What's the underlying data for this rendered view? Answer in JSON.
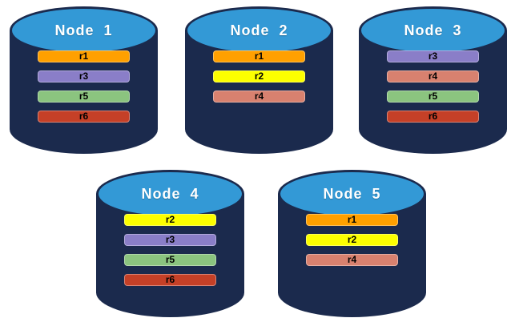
{
  "nodes": [
    {
      "label": "Node  1",
      "replicas": [
        "r1",
        "r3",
        "r5",
        "r6"
      ]
    },
    {
      "label": "Node  2",
      "replicas": [
        "r1",
        "r2",
        "r4"
      ]
    },
    {
      "label": "Node  3",
      "replicas": [
        "r3",
        "r4",
        "r5",
        "r6"
      ]
    },
    {
      "label": "Node  4",
      "replicas": [
        "r2",
        "r3",
        "r5",
        "r6"
      ]
    },
    {
      "label": "Node  5",
      "replicas": [
        "r1",
        "r2",
        "r4"
      ]
    }
  ],
  "colors": {
    "cylinder_body": "#1B2A4D",
    "cylinder_top": "#3399D6",
    "replica": {
      "r1": "#FFA000",
      "r2": "#FDFF00",
      "r3": "#8A7EC8",
      "r4": "#D8816F",
      "r5": "#8BC47F",
      "r6": "#C54027"
    }
  }
}
